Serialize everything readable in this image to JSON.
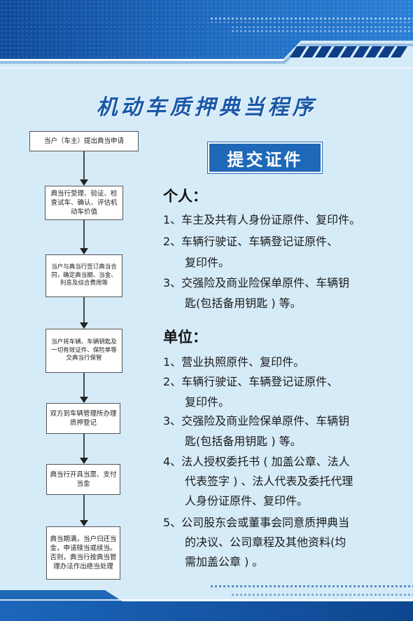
{
  "title": "机动车质押典当程序",
  "flow_steps": [
    {
      "text": "当户（车主）提出典当申请"
    },
    {
      "text": "典当行受理、验证、检查试车、确认、评估机动车价值"
    },
    {
      "text": "当户与典当行签订典当合同，确定典当期、当金、利息及综合费用等"
    },
    {
      "text": "当户将车辆、车辆钥匙及一切有效证件、保险单等交典当行保管"
    },
    {
      "text": "双方到车辆管理所办理质押登记"
    },
    {
      "text": "典当行开具当票、支付当金"
    },
    {
      "text": "典当期满，当户归还当金，申请赎当或续当。否则，典当行按典当管理办法作出绝当处理"
    }
  ],
  "section_title": "提交证件",
  "personal": {
    "heading": "个人：",
    "items": [
      {
        "line1": "1、车主及共有人身份证原件、复印件。"
      },
      {
        "line1": "2、车辆行驶证、车辆登记证原件、",
        "line2": "复印件。"
      },
      {
        "line1": "3、交强险及商业险保单原件、车辆钥",
        "line2": "匙(包括备用钥匙 ) 等。"
      }
    ]
  },
  "company": {
    "heading": "单位：",
    "items": [
      {
        "line1": "1、营业执照原件、复印件。"
      },
      {
        "line1": "2、车辆行驶证、车辆登记证原件、",
        "line2": "复印件。"
      },
      {
        "line1": "3、交强险及商业险保单原件、车辆钥",
        "line2": "匙(包括备用钥匙 ) 等。"
      },
      {
        "line1": "4、法人授权委托书 ( 加盖公章、法人",
        "line2": "代表签字 ) 、法人代表及委托代理",
        "line3": "人身份证原件、复印件。"
      },
      {
        "line1": "5、公司股东会或董事会同意质押典当",
        "line2": "的决议、公司章程及其他资料(均",
        "line3": "需加盖公章 ) 。"
      }
    ]
  },
  "colors": {
    "background": "#d6ebf8",
    "primary": "#1f68b7",
    "title": "#1a58a8",
    "dark": "#0d3f86"
  }
}
